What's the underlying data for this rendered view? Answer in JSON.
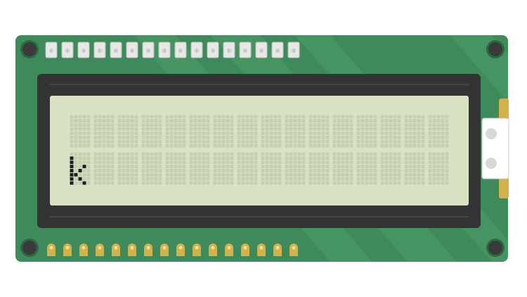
{
  "component": {
    "type": "16x2 character LCD module",
    "columns": 16,
    "rows": 2,
    "header_pins": 16
  },
  "display": {
    "lines": [
      "",
      "k"
    ]
  },
  "colors": {
    "pcb": "#3f8a5a",
    "pcb_stripe": "#4f9c6b",
    "bezel": "#333333",
    "screen": "#d9e2c3",
    "cell_dot_off": "#c6d0b0",
    "pixel_on": "#1e1e1e",
    "pin_top": "#e8e8e8",
    "pin_bottom": "#d4b24a",
    "hole_ring": "#2c6a42",
    "hole": "#3a3a3a"
  },
  "font": {
    "k": [
      "00000",
      "10000",
      "10000",
      "10010",
      "10100",
      "11000",
      "10100",
      "10010"
    ]
  }
}
